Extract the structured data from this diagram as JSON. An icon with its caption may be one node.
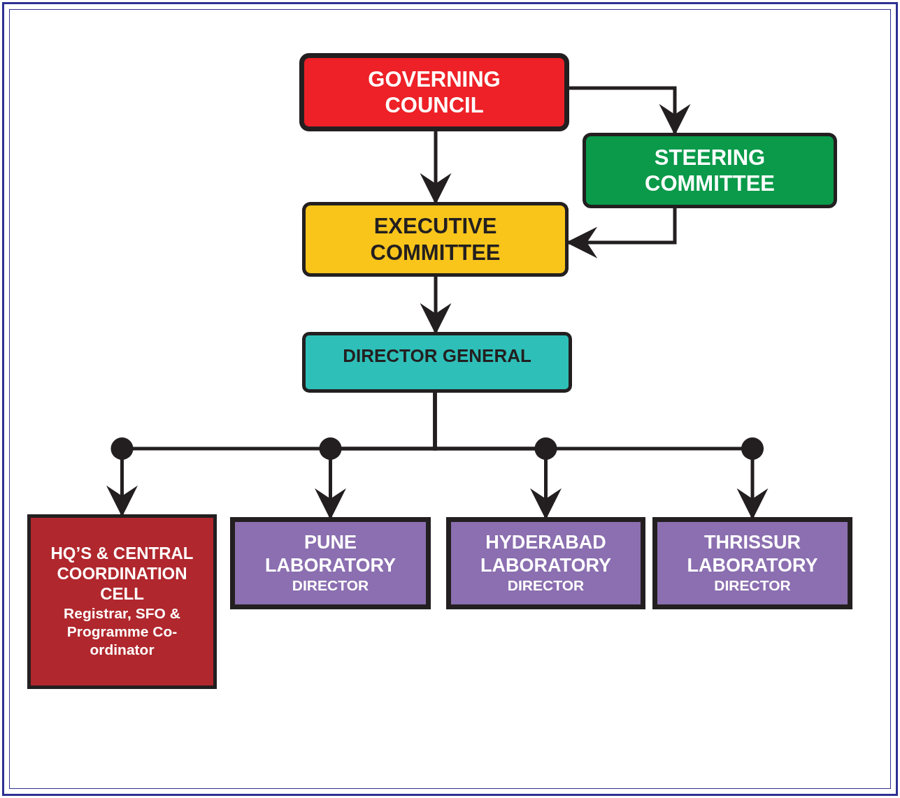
{
  "diagram": {
    "nodes": [
      {
        "text": [
          "GOVERNING COUNCIL"
        ]
      },
      {
        "text": [
          "STEERING COMMITTEE"
        ]
      },
      {
        "text": [
          "EXECUTIVE COMMITTEE"
        ]
      },
      {
        "text": [
          "DIRECTOR GENERAL"
        ]
      },
      {
        "text": [
          "HQ’S & CENTRAL COORDINATION CELL",
          "Registrar, SFO & Programme Co-ordinator"
        ]
      },
      {
        "text": [
          "PUNE LABORATORY",
          "DIRECTOR"
        ]
      },
      {
        "text": [
          "HYDERABAD LABORATORY",
          "DIRECTOR"
        ]
      },
      {
        "text": [
          "THRISSUR LABORATORY",
          "DIRECTOR"
        ]
      }
    ],
    "edges": [
      {
        "from": 0,
        "to": 1,
        "arrow": "to"
      },
      {
        "from": 0,
        "to": 2,
        "arrow": "to"
      },
      {
        "from": 1,
        "to": 2,
        "arrow": "to"
      },
      {
        "from": 2,
        "to": 3,
        "arrow": "to"
      },
      {
        "from": 3,
        "to": 4,
        "arrow": "to"
      },
      {
        "from": 3,
        "to": 5,
        "arrow": "to"
      },
      {
        "from": 3,
        "to": 6,
        "arrow": "to"
      },
      {
        "from": 3,
        "to": 7,
        "arrow": "to"
      }
    ]
  }
}
